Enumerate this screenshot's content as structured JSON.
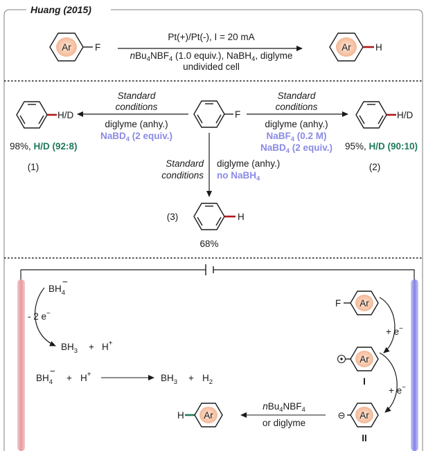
{
  "header": {
    "title": "Huang (2015)"
  },
  "ring_label": "Ar",
  "top_reaction": {
    "substituent": "F",
    "product_substituent": "H",
    "line1": "Pt(+)/Pt(-), I = 20 mA",
    "line2_prefix": "n",
    "line2_a": "Bu",
    "line2_sub1": "4",
    "line2_b": "NBF",
    "line2_sub2": "4",
    "line2_c": " (1.0 equiv.), NaBH",
    "line2_sub3": "4",
    "line2_d": ", diglyme",
    "line3": "undivided cell"
  },
  "experiments": {
    "center_substituent": "F",
    "left": {
      "cond1": "Standard",
      "cond2": "conditions",
      "solvent": "diglyme (anhy.)",
      "reagent": "NaBD",
      "reagent_sub": "4",
      "reagent_tail": " (2 equiv.)",
      "product": "H/D",
      "yield": "98%, ",
      "ratio": "H/D (92:8)",
      "label": "(1)"
    },
    "right": {
      "cond1": "Standard",
      "cond2": "conditions",
      "solvent": "diglyme (anhy.)",
      "reagent1": "NaBF",
      "reagent1_sub": "4",
      "reagent1_tail": " (0.2 M)",
      "reagent2": "NaBD",
      "reagent2_sub": "4",
      "reagent2_tail": " (2 equiv.)",
      "product": "H/D",
      "yield": "95%, ",
      "ratio": "H/D (90:10)",
      "label": "(2)"
    },
    "down": {
      "cond1": "Standard",
      "cond2": "conditions",
      "solvent": "diglyme (anhy.)",
      "reagent": "no NaBH",
      "reagent_sub": "4",
      "product": "H",
      "yield": "68%",
      "label": "(3)"
    }
  },
  "mechanism": {
    "bh4": "BH",
    "bh4_sub": "4",
    "bh4_sup": "−",
    "minus2e": "- 2 e",
    "minus2e_sup": "−",
    "bh3": "BH",
    "bh3_sub": "3",
    "plus": "+",
    "hplus": "H",
    "hplus_sup": "+",
    "h2": "H",
    "h2_sub": "2",
    "fluoro_sub": "F",
    "plus_e": "+ e",
    "plus_e_sup": "−",
    "radical_label": "I",
    "anion_label": "II",
    "anion_charge": "⊖",
    "final_sub": "H",
    "final_cond1_prefix": "n",
    "final_cond1_a": "Bu",
    "final_cond1_sub1": "4",
    "final_cond1_b": "NBF",
    "final_cond1_sub2": "4",
    "final_cond2": "or diglyme"
  },
  "colors": {
    "anode": "#e8a5a8",
    "cathode": "#8c8ce6",
    "bond_red": "#b01818",
    "bond_green": "#1f7a5c",
    "ring_fill": "#f7caa8",
    "blue_text": "#8a8ae6",
    "green_text": "#1f7a5c"
  }
}
